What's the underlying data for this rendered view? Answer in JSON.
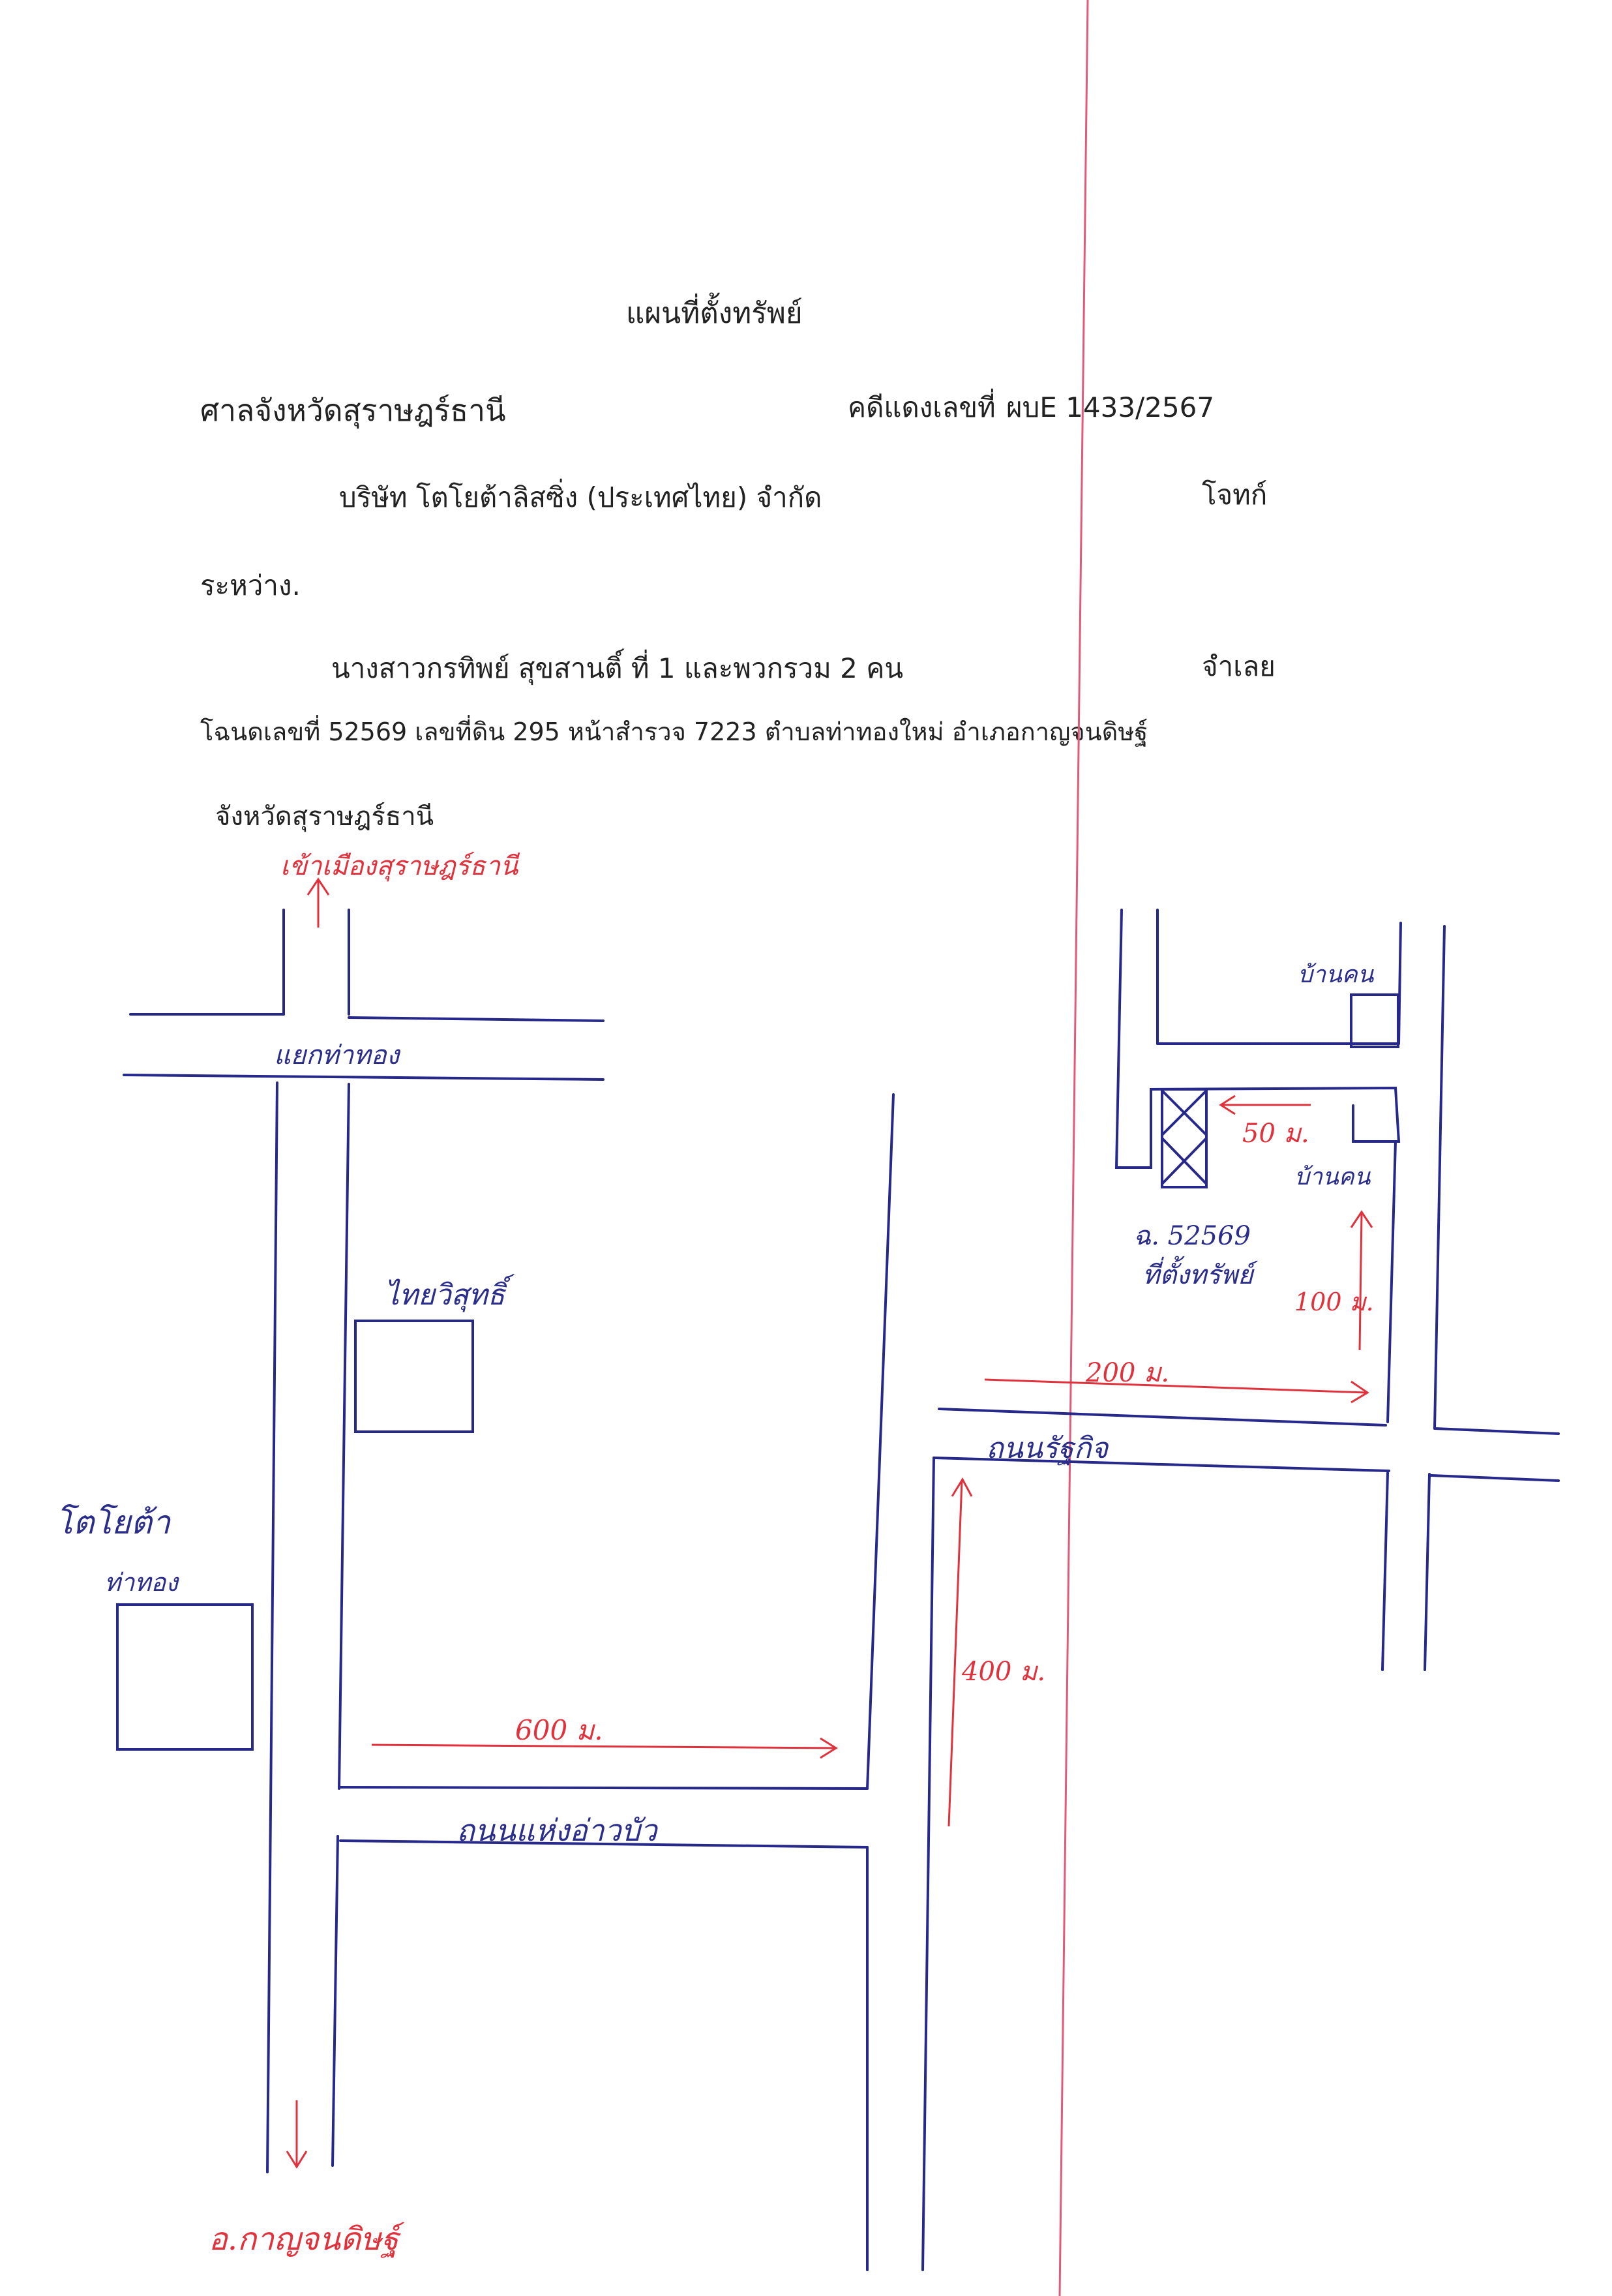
{
  "document": {
    "title": "แผนที่ตั้งทรัพย์",
    "court": "ศาลจังหวัดสุราษฎร์ธานี",
    "case_label": "คดีแดงเลขที่",
    "case_number": "ผบE 1433/2567",
    "plaintiff": "บริษัท โตโยต้าลิสซิ่ง (ประเทศไทย) จำกัด",
    "plaintiff_role": "โจทก์",
    "between": "ระหว่าง.",
    "defendant": "นางสาวกรทิพย์ สุขสานติ์ ที่ 1 และพวกรวม 2 คน",
    "defendant_role": "จำเลย",
    "deed_line": "โฉนดเลขที่ 52569  เลขที่ดิน  295  หน้าสำรวจ 7223   ตำบลท่าทองใหม่   อำเภอกาญจนดิษฐ์",
    "province_line": "จังหวัดสุราษฎร์ธานี"
  },
  "map": {
    "to_city": "เข้าเมืองสุราษฎร์ธานี",
    "road_thathong": "แยกท่าทอง",
    "temple": "ไทยวิสุทธิ์",
    "toyota": "โตโยต้า",
    "toyota_sub": "ท่าทอง",
    "house_top": "บ้านคน",
    "house_mid": "บ้านคน",
    "dist_50": "50 ม.",
    "deed_mark": "ฉ. 52569",
    "property_mark": "ที่ตั้งทรัพย์",
    "dist_100": "100 ม.",
    "dist_200": "200 ม.",
    "road_ratkit": "ถนนรัฐกิจ",
    "dist_400": "400 ม.",
    "dist_600": "600 ม.",
    "road_unknown": "ถนนแห่งอ่าวบัว",
    "to_district": "อ.กาญจนดิษฐ์"
  },
  "colors": {
    "ink_blue": "#26298a",
    "ink_red": "#e0323c",
    "margin_pink": "#e25a7a"
  }
}
